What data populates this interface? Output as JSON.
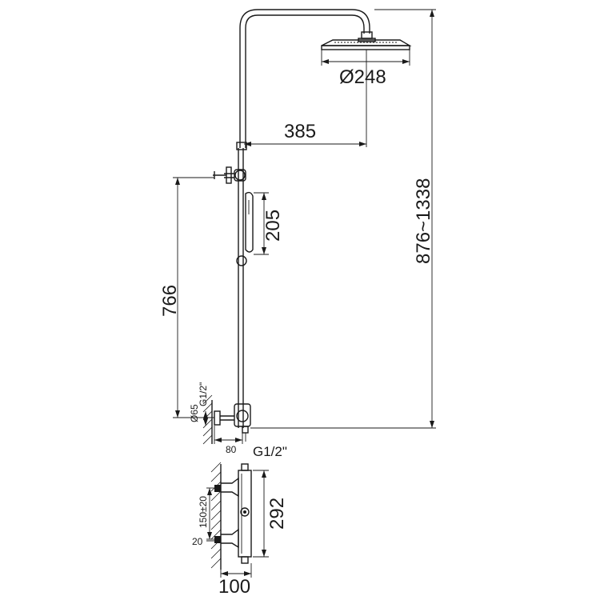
{
  "dimensions": {
    "head_diameter": "Ø248",
    "arm_reach": "385",
    "total_height": "876~1338",
    "handshower_height": "205",
    "slide_bar": "766",
    "inlet_thread_vertical": "G1/2\"",
    "escutcheon_diameter": "Ø65",
    "inlet_offset": "80",
    "inlet_thread": "G1/2\"",
    "valve_height": "292",
    "centre_distance": "150±20",
    "wall_depth": "20",
    "valve_depth": "100"
  },
  "colors": {
    "line": "#1a1a1a",
    "background": "#ffffff"
  }
}
